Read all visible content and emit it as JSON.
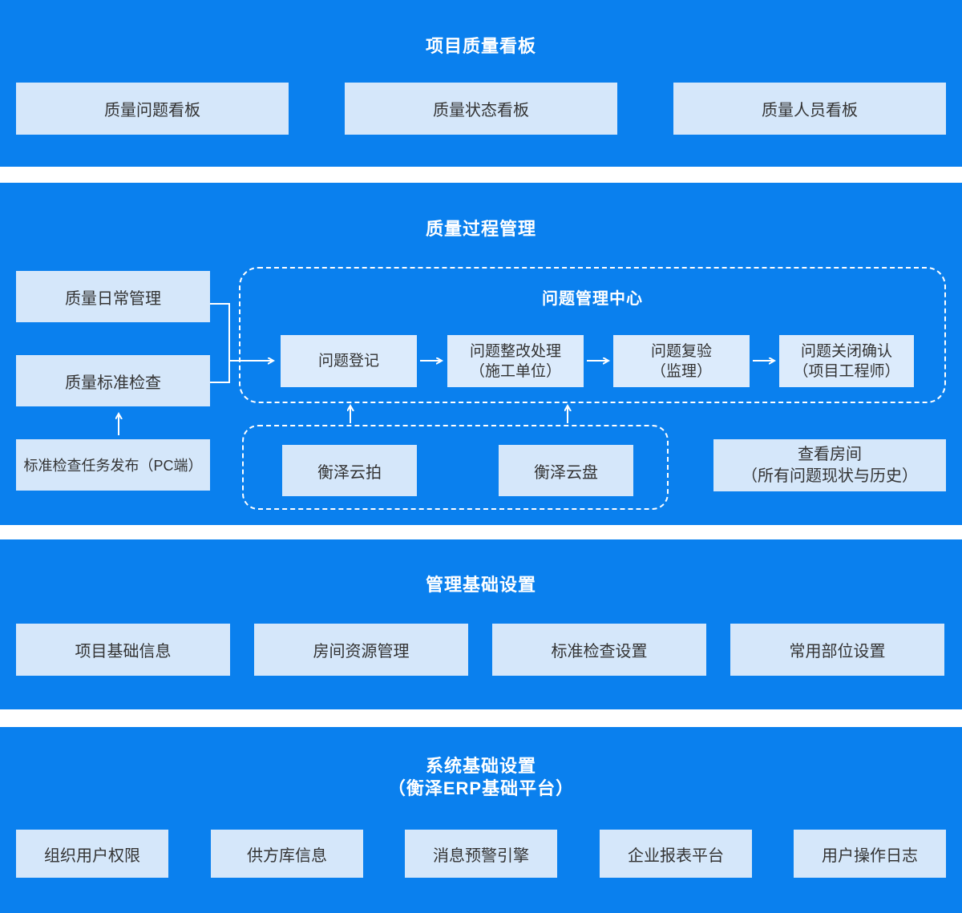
{
  "colors": {
    "band_blue": "#0a80ee",
    "box_light": "#d5e7fa",
    "flow_box_light": "#dcebfc",
    "box_text": "#333333",
    "title_text": "#ffffff"
  },
  "sections": {
    "dashboard": {
      "title": "项目质量看板",
      "boxes": [
        "质量问题看板",
        "质量状态看板",
        "质量人员看板"
      ]
    },
    "process": {
      "title": "质量过程管理",
      "left_boxes": [
        "质量日常管理",
        "质量标准检查",
        "标准检查任务发布（PC端）"
      ],
      "issue_center": {
        "title": "问题管理中心",
        "flow": [
          {
            "lines": [
              "问题登记",
              ""
            ]
          },
          {
            "lines": [
              "问题整改处理",
              "（施工单位）"
            ]
          },
          {
            "lines": [
              "问题复验",
              "（监理）"
            ]
          },
          {
            "lines": [
              "问题关闭确认",
              "（项目工程师）"
            ]
          }
        ]
      },
      "tools": [
        "衡泽云拍",
        "衡泽云盘"
      ],
      "room_view": {
        "lines": [
          "查看房间",
          "（所有问题现状与历史）"
        ]
      }
    },
    "management": {
      "title": "管理基础设置",
      "boxes": [
        "项目基础信息",
        "房间资源管理",
        "标准检查设置",
        "常用部位设置"
      ]
    },
    "system": {
      "title_lines": [
        "系统基础设置",
        "（衡泽ERP基础平台）"
      ],
      "boxes": [
        "组织用户权限",
        "供方库信息",
        "消息预警引擎",
        "企业报表平台",
        "用户操作日志"
      ]
    }
  }
}
